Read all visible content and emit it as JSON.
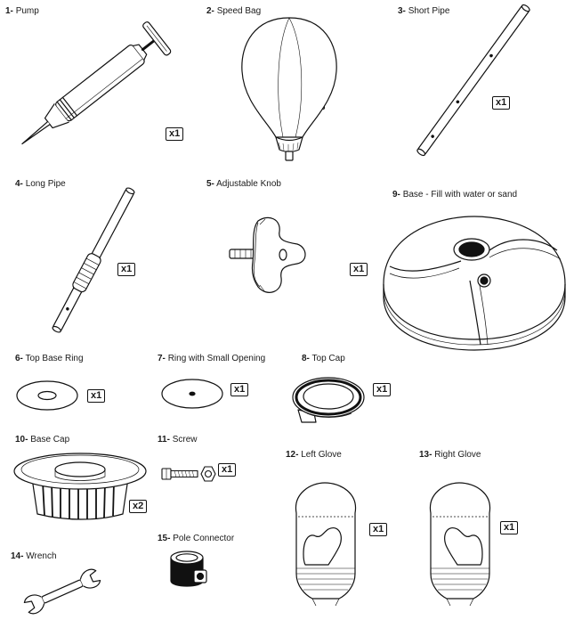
{
  "parts": [
    {
      "num": "1-",
      "name": "Pump",
      "qty": "x1",
      "icon": "pump-icon"
    },
    {
      "num": "2-",
      "name": "Speed Bag",
      "qty": "x1",
      "icon": "speed-bag-icon"
    },
    {
      "num": "3-",
      "name": "Short Pipe",
      "qty": "x1",
      "icon": "short-pipe-icon"
    },
    {
      "num": "4-",
      "name": "Long Pipe",
      "qty": "x1",
      "icon": "long-pipe-icon"
    },
    {
      "num": "5-",
      "name": "Adjustable Knob",
      "qty": "",
      "icon": "adjustable-knob-icon"
    },
    {
      "num": "9-",
      "name": "Base - Fill with water or sand",
      "qty": "x1",
      "icon": "base-icon"
    },
    {
      "num": "6-",
      "name": "Top Base Ring",
      "qty": "x1",
      "icon": "top-base-ring-icon"
    },
    {
      "num": "7-",
      "name": "Ring with Small Opening",
      "qty": "x1",
      "icon": "ring-small-opening-icon"
    },
    {
      "num": "8-",
      "name": "Top Cap",
      "qty": "x1",
      "icon": "top-cap-icon"
    },
    {
      "num": "10-",
      "name": "Base Cap",
      "qty": "x2",
      "icon": "base-cap-icon"
    },
    {
      "num": "11-",
      "name": "Screw",
      "qty": "x1",
      "icon": "screw-icon"
    },
    {
      "num": "12-",
      "name": "Left Glove",
      "qty": "x1",
      "icon": "left-glove-icon"
    },
    {
      "num": "13-",
      "name": "Right Glove",
      "qty": "x1",
      "icon": "right-glove-icon"
    },
    {
      "num": "14-",
      "name": "Wrench",
      "qty": "",
      "icon": "wrench-icon"
    },
    {
      "num": "15-",
      "name": "Pole Connector",
      "qty": "",
      "icon": "pole-connector-icon"
    }
  ]
}
